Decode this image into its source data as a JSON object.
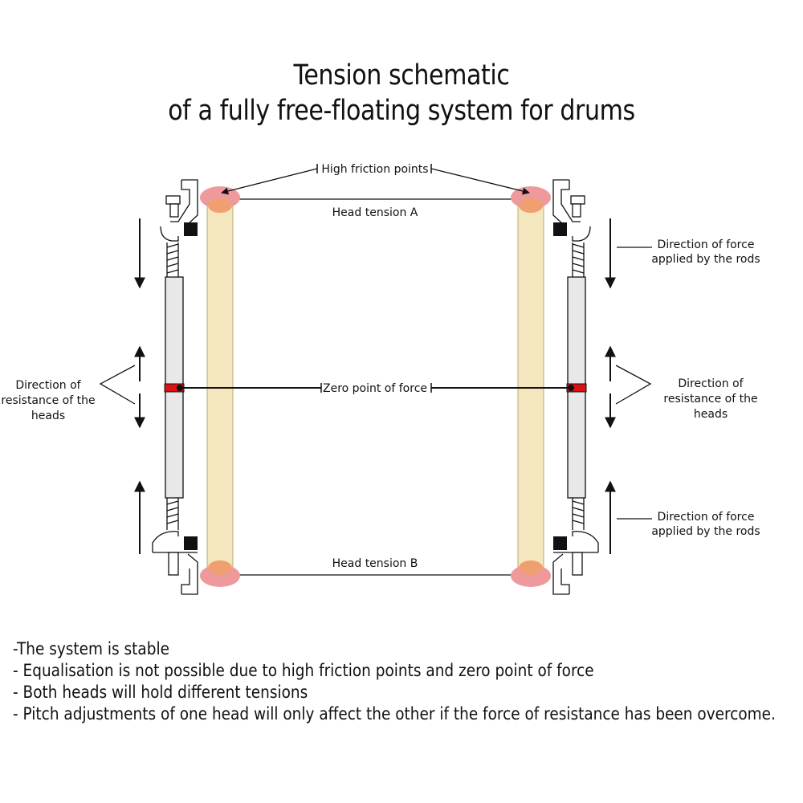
{
  "title": {
    "line1": "Tension schematic",
    "line2": "of a fully free-floating system for drums"
  },
  "labels": {
    "high_friction": "High friction points",
    "head_tension_a": "Head tension A",
    "head_tension_b": "Head tension B",
    "zero_point": "Zero point of force",
    "force_rods_top": [
      "Direction of force",
      "applied by the rods"
    ],
    "force_rods_bottom": [
      "Direction of force",
      "applied by the rods"
    ],
    "resistance_left": [
      "Direction of",
      "resistance of the",
      "heads"
    ],
    "resistance_right": [
      "Direction of",
      "resistance of the",
      "heads"
    ]
  },
  "notes": [
    "-The system is stable",
    "- Equalisation is not possible due to high friction points and zero point of force",
    "- Both heads will hold different tensions",
    "- Pitch adjustments of one head will only affect the other if the force of resistance has been overcome."
  ],
  "colors": {
    "shell": "#f4e6bd",
    "friction": "#ee9a9c",
    "friction_core": "#f0a070",
    "rod": "#e8e8e8",
    "zero_marker": "#dd1111"
  }
}
